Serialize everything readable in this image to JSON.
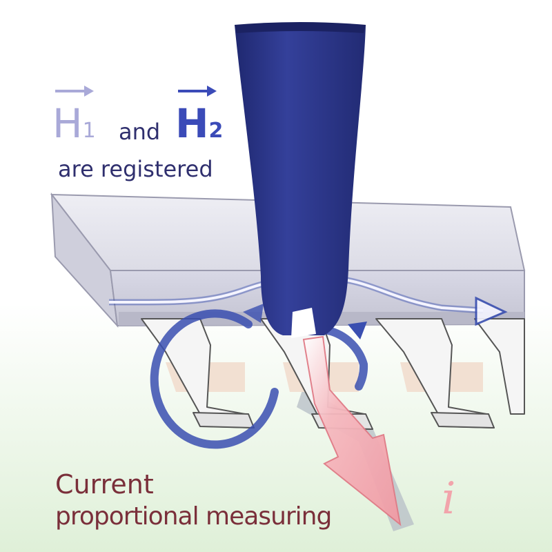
{
  "labels": {
    "h1_letter": "H",
    "h1_sub": "1",
    "and": "and",
    "h2_letter": "H",
    "h2_sub": "2",
    "registered": "are registered",
    "current_line1": "Current",
    "current_line2": "proportional measuring",
    "current_symbol": "i"
  },
  "colors": {
    "h1": "#a9a9d8",
    "h2": "#3b4bb8",
    "text_dark": "#2f2f6e",
    "probe": "#283282",
    "field_loop": "#3a4fb0",
    "current_arrow": "#f2a4ab",
    "current_text": "#7a2f3a",
    "chip_top": "#e8e8f0",
    "chip_side": "#c9c9d6",
    "pin": "#f4f4f4",
    "pad": "#f2e0d2",
    "background_bottom": "#e3f2dc"
  }
}
